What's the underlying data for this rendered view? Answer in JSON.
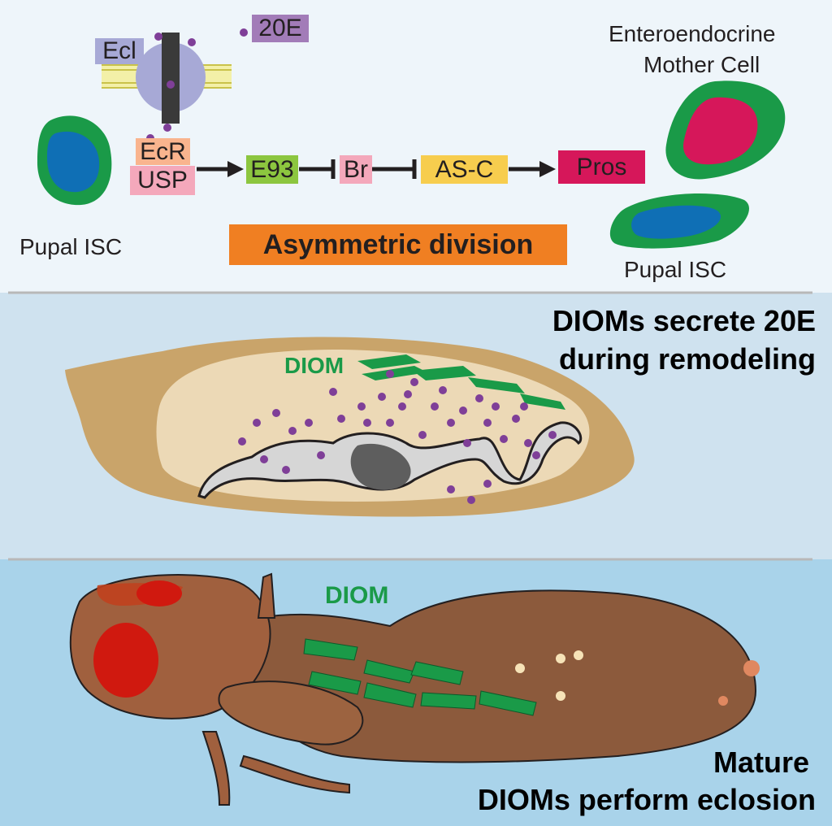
{
  "panel1": {
    "ecl": "Ecl",
    "hormone": "20E",
    "ecr": "EcR",
    "usp": "USP",
    "pathway": [
      "E93",
      "Br",
      "AS-C",
      "Pros"
    ],
    "pupal_isc_left": "Pupal ISC",
    "pupal_isc_right": "Pupal ISC",
    "ee_mother_line1": "Enteroendocrine",
    "ee_mother_line2": "Mother Cell",
    "process": "Asymmetric division"
  },
  "panel2": {
    "title_line1": "DIOMs secrete 20E",
    "title_line2": "during remodeling",
    "diom": "DIOM"
  },
  "panel3": {
    "diom": "DIOM",
    "title_line1": "Mature",
    "title_line2": "DIOMs perform eclosion"
  },
  "colors": {
    "panel1_bg": "#eef5fa",
    "panel2_bg": "#cfe2ef",
    "panel3_bg": "#a9d3ea",
    "ecl_box": "#a7a9d6",
    "hormone_box": "#a27cb8",
    "ecr_box": "#f9b48e",
    "usp_box": "#f4a8bb",
    "e93_box": "#8cc63f",
    "br_box": "#f4a8bb",
    "asc_box": "#f7cd4e",
    "pros_box": "#d6175a",
    "process_box": "#f07f22",
    "ecdysone_dot": "#7f3f98",
    "cell_outline": "#1a9a48",
    "isc_nucleus": "#0f6fb5",
    "ee_nucleus": "#d6175a"
  }
}
